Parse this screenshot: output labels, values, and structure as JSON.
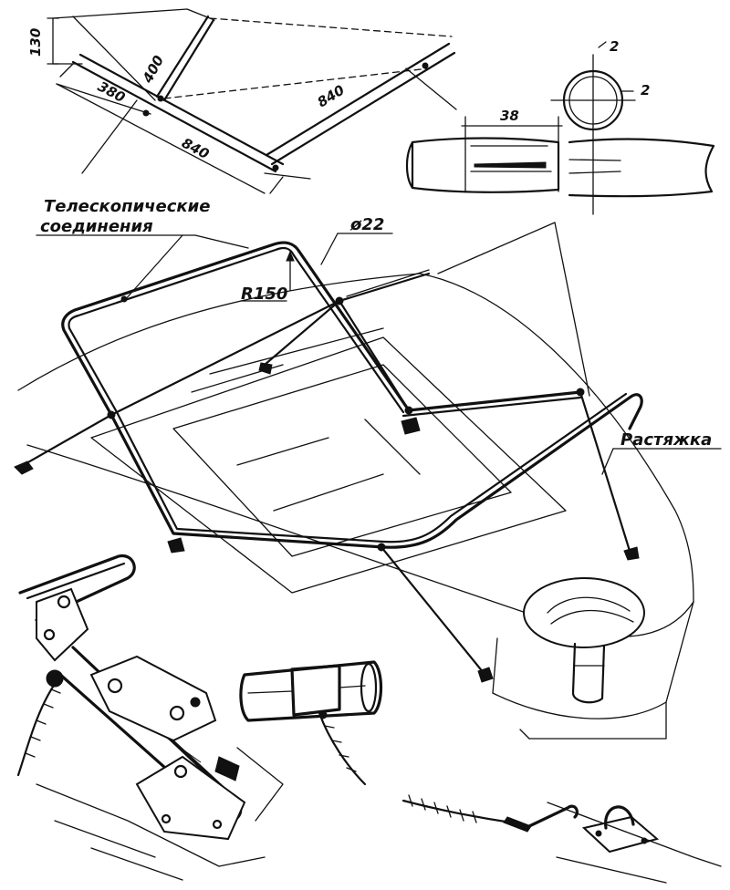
{
  "dimensions": {
    "height_130": "130",
    "length_400": "400",
    "length_380": "380",
    "length_840_left": "840",
    "length_840_right": "840",
    "overlap_38": "38",
    "wall_top": "2",
    "wall_side": "2"
  },
  "labels": {
    "telescopic_line1": "Телескопические",
    "telescopic_line2": "соединения",
    "tube_diameter": "ø22",
    "bend_radius": "R150",
    "stay": "Растяжка"
  }
}
